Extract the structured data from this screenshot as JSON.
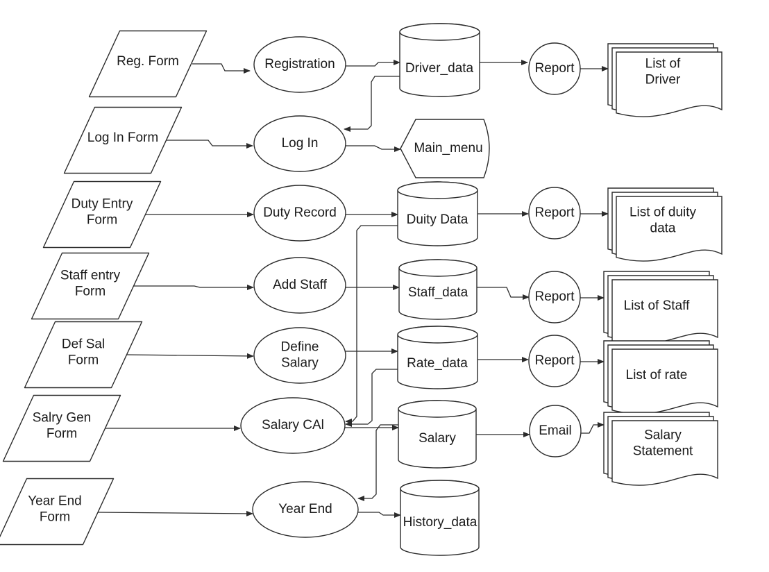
{
  "nodes": {
    "reg_form": {
      "label": [
        "Reg. Form"
      ]
    },
    "login_form": {
      "label": [
        "Log In Form"
      ]
    },
    "duty_entry_form": {
      "label": [
        "Duty Entry",
        "Form"
      ]
    },
    "staff_entry_form": {
      "label": [
        "Staff entry",
        "Form"
      ]
    },
    "def_sal_form": {
      "label": [
        "Def Sal",
        "Form"
      ]
    },
    "salary_gen_form": {
      "label": [
        "Salry Gen",
        "Form"
      ]
    },
    "year_end_form": {
      "label": [
        "Year End",
        "Form"
      ]
    },
    "registration": {
      "label": [
        "Registration"
      ]
    },
    "login": {
      "label": [
        "Log In"
      ]
    },
    "duty_record": {
      "label": [
        "Duty Record"
      ]
    },
    "add_staff": {
      "label": [
        "Add Staff"
      ]
    },
    "define_salary": {
      "label": [
        "Define",
        "Salary"
      ]
    },
    "salary_calc": {
      "label": [
        "Salary CAl"
      ]
    },
    "year_end": {
      "label": [
        "Year End"
      ]
    },
    "driver_data": {
      "label": [
        "Driver_data"
      ]
    },
    "main_menu": {
      "label": [
        "Main_menu"
      ]
    },
    "duty_data": {
      "label": [
        "Duity Data"
      ]
    },
    "staff_data": {
      "label": [
        "Staff_data"
      ]
    },
    "rate_data": {
      "label": [
        "Rate_data"
      ]
    },
    "salary": {
      "label": [
        "Salary"
      ]
    },
    "history_data": {
      "label": [
        "History_data"
      ]
    },
    "report_driver": {
      "label": [
        "Report"
      ]
    },
    "report_duty": {
      "label": [
        "Report"
      ]
    },
    "report_staff": {
      "label": [
        "Report"
      ]
    },
    "report_rate": {
      "label": [
        "Report"
      ]
    },
    "email": {
      "label": [
        "Email"
      ]
    },
    "list_driver": {
      "label": [
        "List of",
        "Driver"
      ]
    },
    "list_duty": {
      "label": [
        "List of duity",
        "data"
      ]
    },
    "list_staff": {
      "label": [
        "List of Staff"
      ]
    },
    "list_rate": {
      "label": [
        "List of rate"
      ]
    },
    "salary_statement": {
      "label": [
        "Salary",
        "Statement"
      ]
    }
  },
  "edges": [
    {
      "from": "reg_form",
      "to": "registration"
    },
    {
      "from": "registration",
      "to": "driver_data"
    },
    {
      "from": "driver_data",
      "to": "report_driver"
    },
    {
      "from": "report_driver",
      "to": "list_driver"
    },
    {
      "from": "driver_data",
      "to": "login"
    },
    {
      "from": "login_form",
      "to": "login"
    },
    {
      "from": "login",
      "to": "main_menu"
    },
    {
      "from": "duty_entry_form",
      "to": "duty_record"
    },
    {
      "from": "duty_record",
      "to": "duty_data"
    },
    {
      "from": "duty_data",
      "to": "report_duty"
    },
    {
      "from": "report_duty",
      "to": "list_duty"
    },
    {
      "from": "duty_data",
      "to": "salary_calc"
    },
    {
      "from": "staff_entry_form",
      "to": "add_staff"
    },
    {
      "from": "add_staff",
      "to": "staff_data"
    },
    {
      "from": "staff_data",
      "to": "report_staff"
    },
    {
      "from": "report_staff",
      "to": "list_staff"
    },
    {
      "from": "def_sal_form",
      "to": "define_salary"
    },
    {
      "from": "define_salary",
      "to": "rate_data"
    },
    {
      "from": "rate_data",
      "to": "report_rate"
    },
    {
      "from": "report_rate",
      "to": "list_rate"
    },
    {
      "from": "rate_data",
      "to": "salary_calc"
    },
    {
      "from": "salary_gen_form",
      "to": "salary_calc"
    },
    {
      "from": "salary_calc",
      "to": "salary"
    },
    {
      "from": "salary",
      "to": "email"
    },
    {
      "from": "email",
      "to": "salary_statement"
    },
    {
      "from": "salary",
      "to": "year_end"
    },
    {
      "from": "year_end_form",
      "to": "year_end"
    },
    {
      "from": "year_end",
      "to": "history_data"
    }
  ]
}
